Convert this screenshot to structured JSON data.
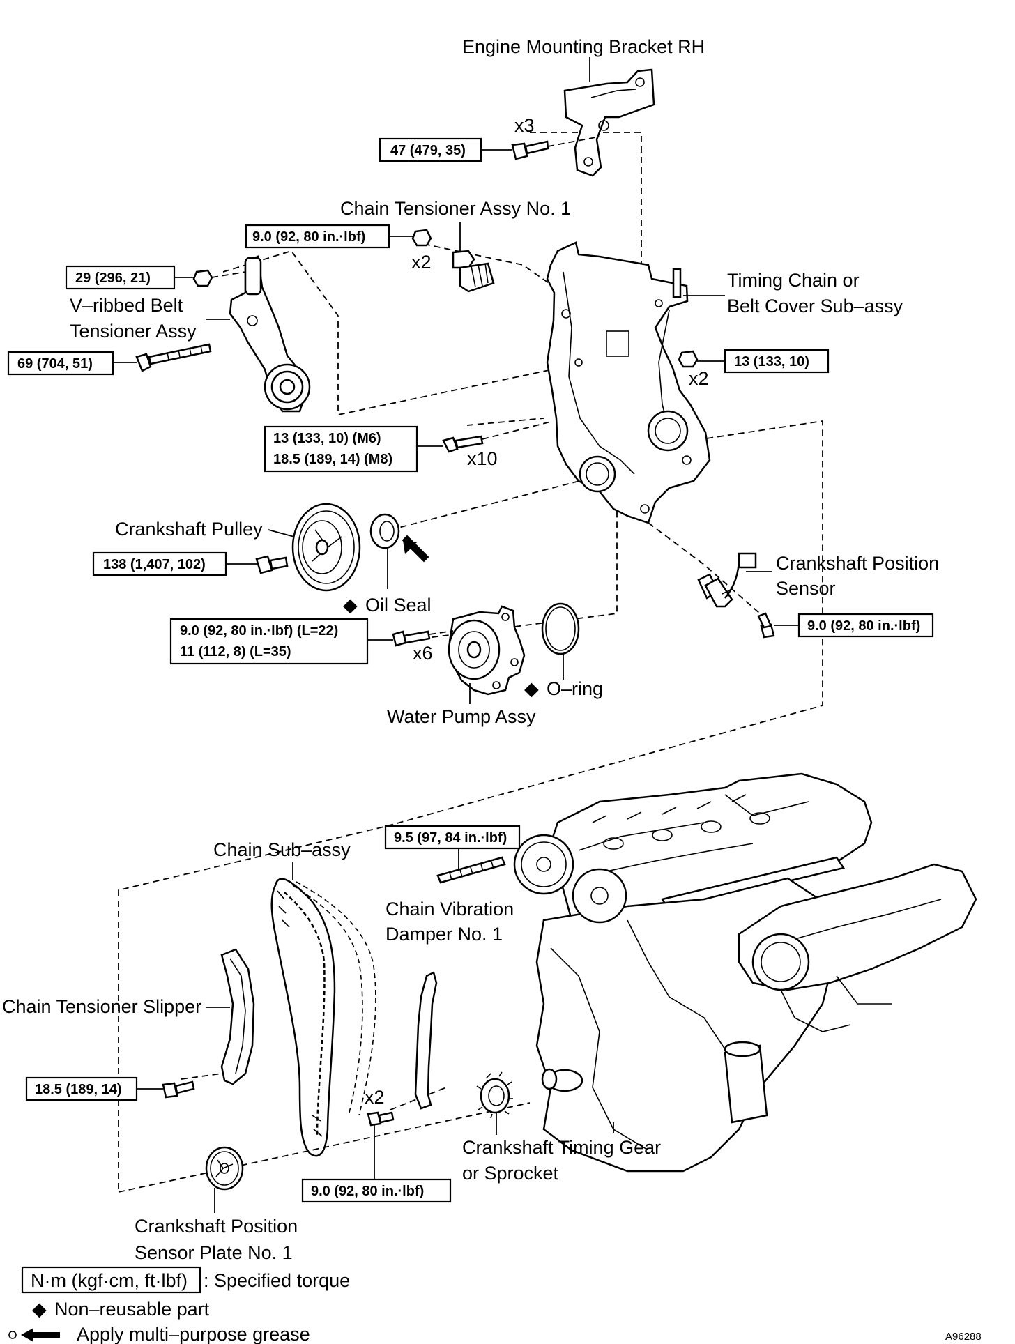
{
  "labels": {
    "engine_mounting_bracket": "Engine Mounting Bracket RH",
    "chain_tensioner_assy": "Chain Tensioner Assy No. 1",
    "timing_chain_cover_1": "Timing Chain or",
    "timing_chain_cover_2": "Belt Cover Sub–assy",
    "v_ribbed_belt_1": "V–ribbed Belt",
    "v_ribbed_belt_2": "Tensioner Assy",
    "crankshaft_pulley": "Crankshaft Pulley",
    "oil_seal": "Oil Seal",
    "crankshaft_position_sensor_1": "Crankshaft Position",
    "crankshaft_position_sensor_2": "Sensor",
    "water_pump_assy": "Water Pump Assy",
    "o_ring": "O–ring",
    "chain_sub_assy": "Chain Sub–assy",
    "chain_vibration_damper_1": "Chain Vibration",
    "chain_vibration_damper_2": "Damper No. 1",
    "chain_tensioner_slipper": "Chain Tensioner Slipper",
    "crankshaft_timing_gear_1": "Crankshaft Timing Gear",
    "crankshaft_timing_gear_2": "or Sprocket",
    "crankshaft_position_plate_1": "Crankshaft Position",
    "crankshaft_position_plate_2": "Sensor Plate No. 1"
  },
  "torques": {
    "bracket_bolt": "47 (479, 35)",
    "tensioner_nut": "9.0 (92, 80 in.·lbf)",
    "belt_tensioner_nut": "29 (296, 21)",
    "belt_tensioner_bolt": "69 (704, 51)",
    "cover_nut": "13 (133, 10)",
    "cover_bolt_m6": "13 (133, 10) (M6)",
    "cover_bolt_m8": "18.5 (189, 14) (M8)",
    "pulley_bolt": "138 (1,407, 102)",
    "pump_bolt_l22": "9.0 (92, 80 in.·lbf) (L=22)",
    "pump_bolt_l35": "11 (112, 8) (L=35)",
    "sensor_bolt": "9.0 (92, 80 in.·lbf)",
    "stud_bolt": "9.5 (97, 84 in.·lbf)",
    "slipper_bolt": "18.5 (189, 14)",
    "damper_bolt": "9.0 (92, 80 in.·lbf)"
  },
  "quantities": {
    "bracket_bolts": "x3",
    "tensioner_nuts": "x2",
    "cover_nuts": "x2",
    "cover_bolts": "x10",
    "pump_bolts": "x6",
    "damper_bolts": "x2"
  },
  "legend": {
    "torque_unit": "N·m (kgf·cm, ft·lbf)",
    "torque_text": ": Specified torque",
    "non_reusable_symbol": "◆",
    "non_reusable_text": "Non–reusable part",
    "grease_text": "Apply multi–purpose grease"
  },
  "marks": {
    "non_reusable": "◆"
  },
  "figure_code": "A96288"
}
